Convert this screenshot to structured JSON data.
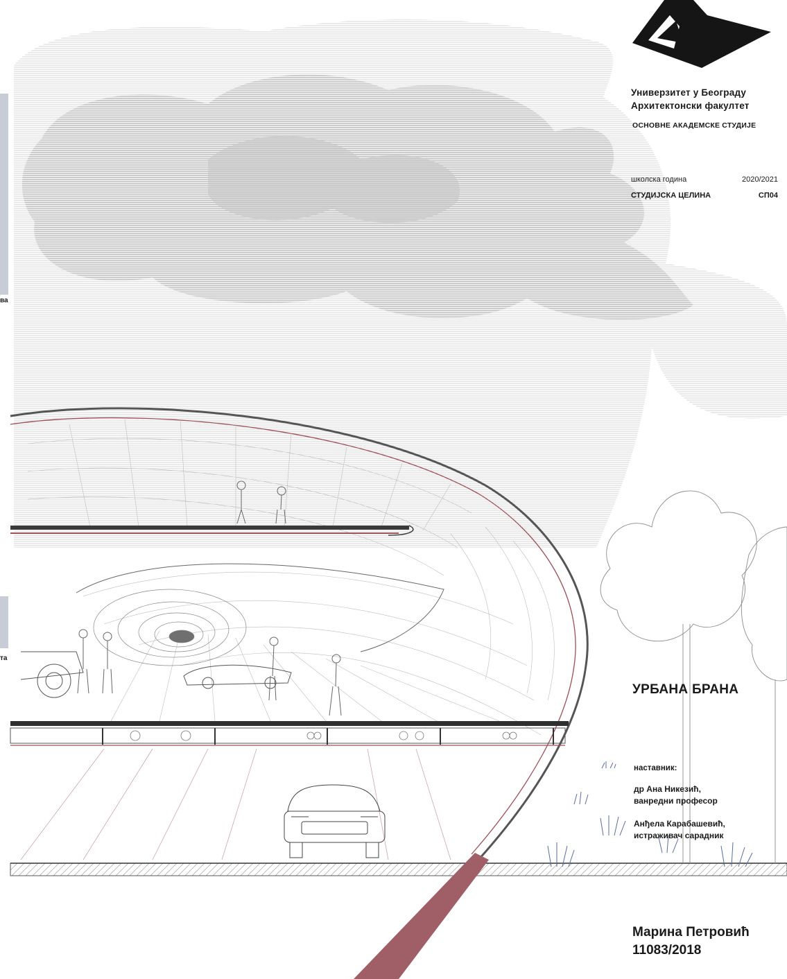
{
  "university": {
    "line1": "Универзитет у Београду",
    "line2": "Архитектонски факултет",
    "studies": "ОСНОВНЕ АКАДЕМСКЕ СТУДИЈЕ"
  },
  "meta": {
    "year_label": "школска година",
    "year_value": "2020/2021",
    "unit_label": "СТУДИЈСКА ЦЕЛИНА",
    "unit_value": "СП04"
  },
  "project": {
    "title": "УРБАНА БРАНА"
  },
  "teachers": {
    "label": "наставник:",
    "t1_name": "др Ана Никезић,",
    "t1_role": "ванредни професор",
    "t2_name": "Анђела Карабашевић,",
    "t2_role": "истраживач сарадник"
  },
  "author": {
    "name": "Марина Петровић",
    "index": "11083/2018"
  },
  "edge_labels": {
    "upper": "ва",
    "lower": "та"
  },
  "colors": {
    "accent": "#9e4f58",
    "line": "#c9a7ab",
    "cloud": "#cfcfcf",
    "ink": "#1a1a1a"
  }
}
